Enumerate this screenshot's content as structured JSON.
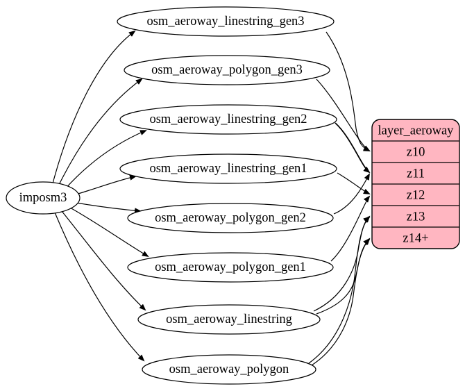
{
  "diagram": {
    "source_node": {
      "label": "imposm3"
    },
    "tables": [
      {
        "id": "osm_aeroway_linestring_gen3",
        "label": "osm_aeroway_linestring_gen3"
      },
      {
        "id": "osm_aeroway_polygon_gen3",
        "label": "osm_aeroway_polygon_gen3"
      },
      {
        "id": "osm_aeroway_linestring_gen2",
        "label": "osm_aeroway_linestring_gen2"
      },
      {
        "id": "osm_aeroway_linestring_gen1",
        "label": "osm_aeroway_linestring_gen1"
      },
      {
        "id": "osm_aeroway_polygon_gen2",
        "label": "osm_aeroway_polygon_gen2"
      },
      {
        "id": "osm_aeroway_polygon_gen1",
        "label": "osm_aeroway_polygon_gen1"
      },
      {
        "id": "osm_aeroway_linestring",
        "label": "osm_aeroway_linestring"
      },
      {
        "id": "osm_aeroway_polygon",
        "label": "osm_aeroway_polygon"
      }
    ],
    "layer_node": {
      "title": "layer_aeroway",
      "rows": [
        "z10",
        "z11",
        "z12",
        "z13",
        "z14+"
      ]
    },
    "colors": {
      "layer_fill": "#ffb6c1",
      "table_fill": "#ffffff",
      "stroke": "#000000"
    },
    "edges_source_to_tables": [
      "osm_aeroway_linestring_gen3",
      "osm_aeroway_polygon_gen3",
      "osm_aeroway_linestring_gen2",
      "osm_aeroway_linestring_gen1",
      "osm_aeroway_polygon_gen2",
      "osm_aeroway_polygon_gen1",
      "osm_aeroway_linestring",
      "osm_aeroway_polygon"
    ],
    "edges_tables_to_rows": [
      {
        "from": "osm_aeroway_linestring_gen3",
        "to": "z10"
      },
      {
        "from": "osm_aeroway_polygon_gen3",
        "to": "z10"
      },
      {
        "from": "osm_aeroway_linestring_gen2",
        "to": "z11"
      },
      {
        "from": "osm_aeroway_polygon_gen2",
        "to": "z11"
      },
      {
        "from": "osm_aeroway_linestring_gen1",
        "to": "z12"
      },
      {
        "from": "osm_aeroway_polygon_gen1",
        "to": "z12"
      },
      {
        "from": "osm_aeroway_linestring",
        "to": "z13"
      },
      {
        "from": "osm_aeroway_linestring",
        "to": "z14+"
      },
      {
        "from": "osm_aeroway_polygon",
        "to": "z13"
      },
      {
        "from": "osm_aeroway_polygon",
        "to": "z14+"
      }
    ]
  }
}
